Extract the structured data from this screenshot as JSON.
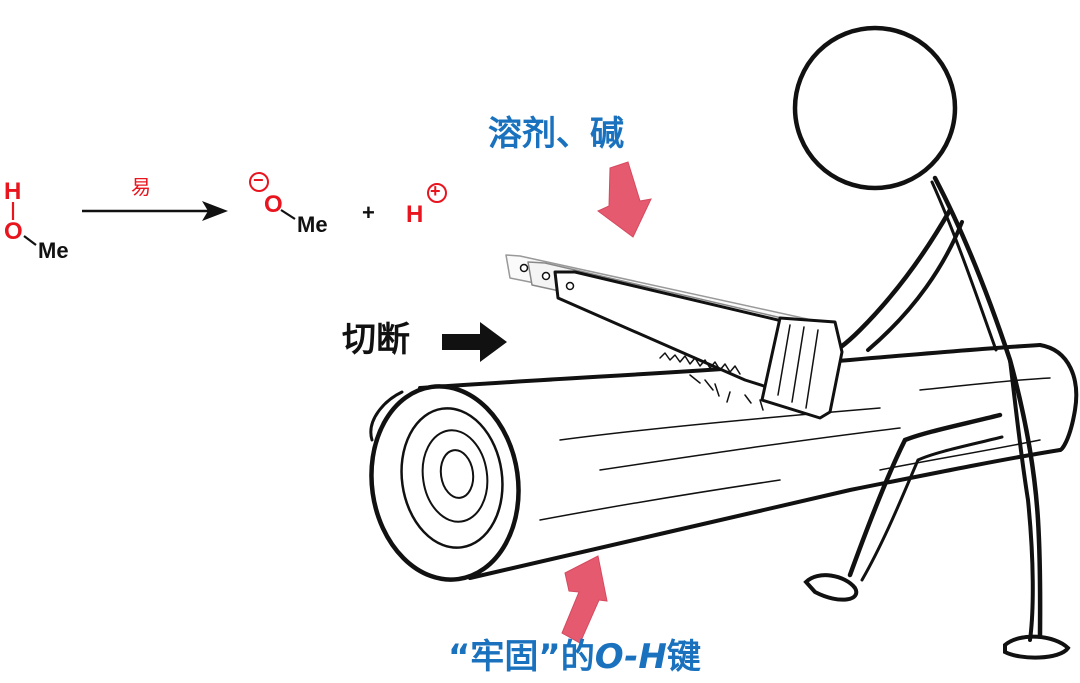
{
  "reaction": {
    "reactant": {
      "h_atom": "H",
      "o_atom": "O",
      "me_group": "Me"
    },
    "condition": "易",
    "product_anion": {
      "charge": "−",
      "o_atom": "O",
      "me_group": "Me"
    },
    "plus": "+",
    "product_proton": {
      "h_atom": "H",
      "charge": "+"
    }
  },
  "labels": {
    "solvent_base": "溶剂、碱",
    "cut": "切断",
    "bond_prefix": "“牢固”的",
    "bond_italic": "O-H",
    "bond_suffix": "键"
  },
  "colors": {
    "chem_red": "#e8141e",
    "label_blue": "#1a72be",
    "arrow_pink": "#e65a6f",
    "ink": "#111111"
  }
}
